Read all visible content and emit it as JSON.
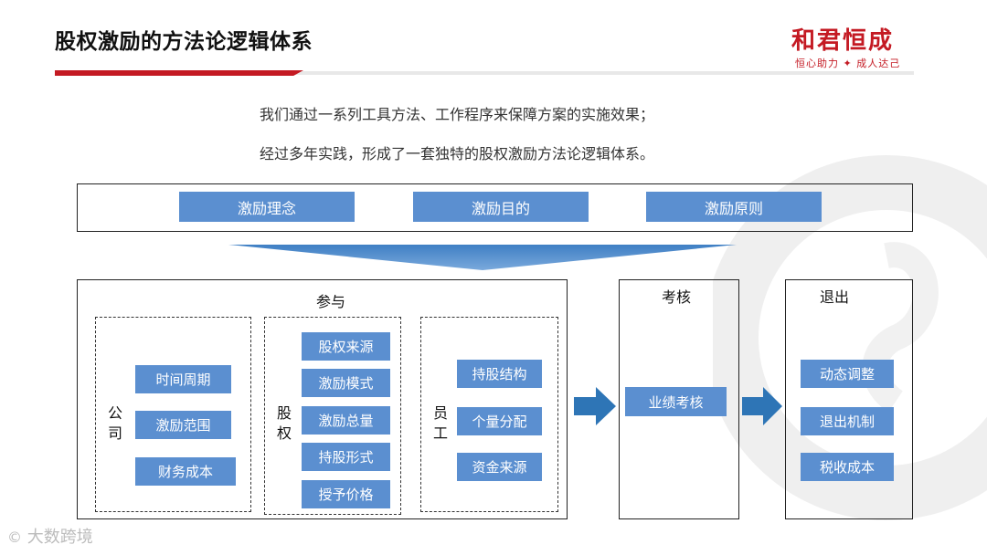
{
  "header": {
    "title": "股权激励的方法论逻辑体系",
    "logo": "和君恒成",
    "slogan": "恒心助力 ✦ 成人达己"
  },
  "intro": {
    "line1": "我们通过一系列工具方法、工作程序来保障方案的实施效果；",
    "line2": "经过多年实践，形成了一套独特的股权激励方法论逻辑体系。"
  },
  "top_box": {
    "items": [
      "激励理念",
      "激励目的",
      "激励原则"
    ]
  },
  "participate": {
    "title": "参与",
    "company": {
      "label": "公司",
      "items": [
        "时间周期",
        "激励范围",
        "财务成本"
      ]
    },
    "equity": {
      "label": "股权",
      "items": [
        "股权来源",
        "激励模式",
        "激励总量",
        "持股形式",
        "授予价格"
      ]
    },
    "employee": {
      "label": "员工",
      "items": [
        "持股结构",
        "个量分配",
        "资金来源"
      ]
    }
  },
  "assess": {
    "title": "考核",
    "items": [
      "业绩考核"
    ]
  },
  "exit": {
    "title": "退出",
    "items": [
      "动态调整",
      "退出机制",
      "税收成本"
    ]
  },
  "watermark": "大数跨境",
  "colors": {
    "accent_red": "#c41a23",
    "box_blue": "#5b8fd0",
    "arrow_blue": "#2e75b6"
  }
}
